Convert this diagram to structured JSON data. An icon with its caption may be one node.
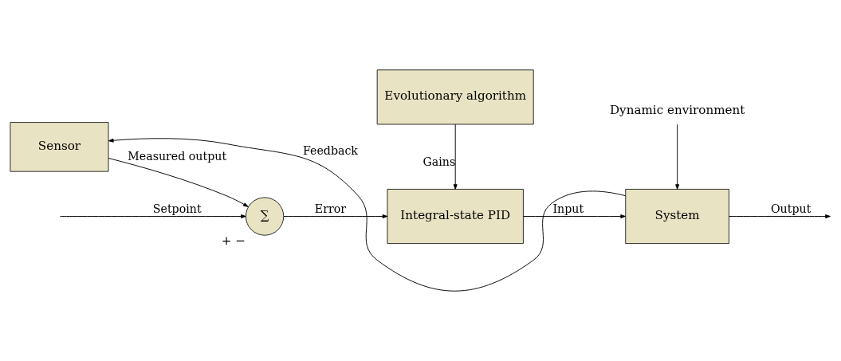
{
  "diagram": {
    "nodes": [
      {
        "text": [
          "Evolutionary algorithm"
        ]
      },
      {
        "text": [
          "∑"
        ],
        "beside": [
          "+",
          "−"
        ]
      },
      {
        "text": [
          "Integral-state PID"
        ]
      },
      {
        "text": [
          "System"
        ]
      },
      {
        "text": [
          "Sensor"
        ]
      },
      {
        "text": [
          "Dynamic environment"
        ]
      }
    ],
    "edges": [
      {
        "from": null,
        "to": 1,
        "arrow": "to",
        "label": "Setpoint"
      },
      {
        "from": 1,
        "to": 2,
        "arrow": "to",
        "label": "Error"
      },
      {
        "from": 0,
        "to": 2,
        "arrow": "to",
        "label": "Gains"
      },
      {
        "from": 2,
        "to": 3,
        "arrow": "to",
        "label": "Input"
      },
      {
        "from": 5,
        "to": 3,
        "arrow": "to"
      },
      {
        "from": 3,
        "to": null,
        "arrow": "to",
        "label": "Output"
      },
      {
        "from": 3,
        "to": 4,
        "arrow": "to",
        "label": "Feedback"
      },
      {
        "from": 4,
        "to": 1,
        "arrow": "to",
        "label": "Measured output"
      }
    ]
  }
}
